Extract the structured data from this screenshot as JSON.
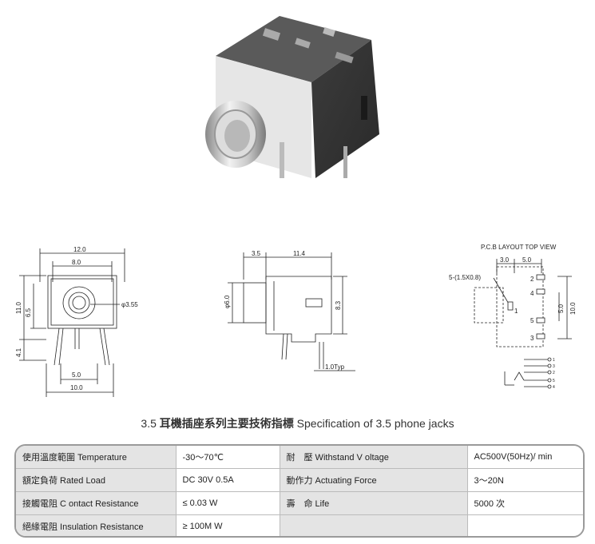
{
  "drawings": {
    "front": {
      "top_width": "12.0",
      "inner_width": "8.0",
      "height_total": "11.0",
      "height_mid": "6.5",
      "height_pin": "4.1",
      "hole_dia": "φ3.55",
      "bottom_inner": "5.0",
      "bottom_width": "10.0"
    },
    "side": {
      "top_left": "3.5",
      "top_right": "11.4",
      "height_dia": "φ6.0",
      "height_right": "8.3",
      "pin_typ": "1.0Typ"
    },
    "pcb": {
      "header": "P.C.B LAYOUT   TOP VIEW",
      "d1": "3.0",
      "d2": "5.0",
      "hole": "5-(1.5X0.8)",
      "v1": "5.0",
      "v2": "10.0",
      "pins": [
        "2",
        "4",
        "1",
        "5",
        "3"
      ],
      "schematic": [
        "1",
        "3",
        "2",
        "5",
        "4"
      ]
    }
  },
  "title": {
    "num": "3.5",
    "zh": "耳機插座系列主要技術指標",
    "en": "Specification of 3.5 phone jacks"
  },
  "spec": [
    [
      "使用溫度範圍 Temperature",
      "-30～70℃",
      "耐　壓 Withstand V oltage",
      "AC500V(50Hz)/ min"
    ],
    [
      "額定負荷 Rated Load",
      "DC 30V 0.5A",
      "動作力 Actuating Force",
      "3～20N"
    ],
    [
      "接觸電阻 C ontact Resistance",
      "≤ 0.03 W",
      "壽　命 Life",
      "5000 次"
    ],
    [
      "絕緣電阻 Insulation Resistance",
      "≥ 100M W",
      "",
      ""
    ]
  ]
}
